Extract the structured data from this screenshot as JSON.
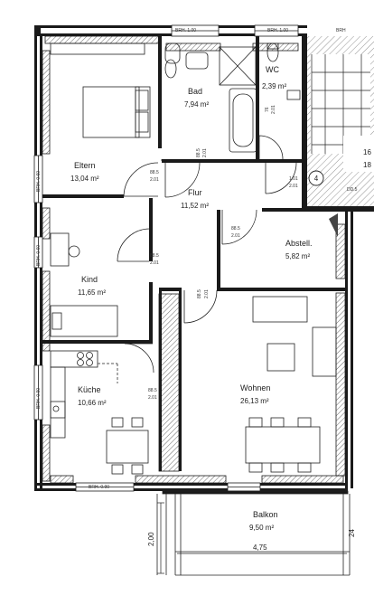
{
  "rooms": [
    {
      "name": "Bad",
      "area": "7,94 m²"
    },
    {
      "name": "WC",
      "area": "2,39 m²"
    },
    {
      "name": "Eltern",
      "area": "13,04 m²"
    },
    {
      "name": "Flur",
      "area": "11,52 m²"
    },
    {
      "name": "Abstell.",
      "area": "5,82 m²"
    },
    {
      "name": "Kind",
      "area": "11,65 m²"
    },
    {
      "name": "Küche",
      "area": "10,66 m²"
    },
    {
      "name": "Wohnen",
      "area": "26,13 m²"
    },
    {
      "name": "Balkon",
      "area": "9,50 m²"
    }
  ],
  "window_labels": {
    "brh_top_left": "BRH. 1.00",
    "brh_top_right": "BRH. 1.00",
    "brh_top_far": "BRH",
    "brh_eltern": "BRH. 0.60",
    "brh_kind": "BRH. 0.60",
    "brh_kueche": "BRH. 0.90",
    "brh_bottom": "BRH. 0.90"
  },
  "door_labels": {
    "wc_a": "76",
    "wc_b": "2.01",
    "bad_a": "88.5",
    "bad_b": "2.01",
    "eltern_a": "88.5",
    "eltern_b": "2.01",
    "stair_a": "1.01",
    "stair_b": "2.01",
    "abstell_a": "88.5",
    "abstell_b": "2.01",
    "kind_a": "88.5",
    "kind_b": "2.01",
    "wohnen_a": "88.5",
    "wohnen_b": "2.01",
    "kueche_a": "88.5",
    "kueche_b": "2.01",
    "dd": "DD.5"
  },
  "stair": {
    "number": "4",
    "text_a": "16",
    "text_b": "18"
  },
  "dimensions": {
    "balkon_depth": "2,00",
    "balkon_width": "4,75",
    "right_edge": "24"
  },
  "colors": {
    "wall": "#1a1a1a",
    "insulation": "#ffffff",
    "hatch": "#555555",
    "stair_hatch": "#777777"
  }
}
